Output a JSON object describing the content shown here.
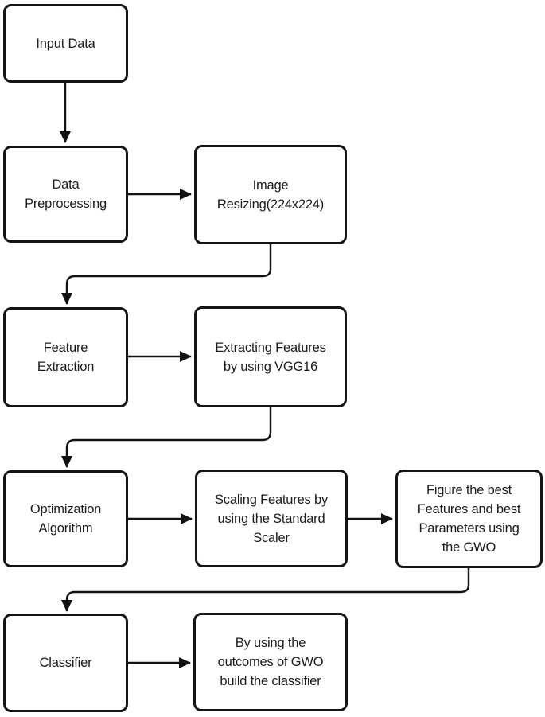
{
  "diagram": {
    "title": "Model pipeline flowchart",
    "colors": {
      "background": "#ffffff",
      "node_fill": "#ffffff",
      "node_border": "#141414",
      "edge_stroke": "#121212",
      "text": "#1c1c1c"
    },
    "nodes": [
      {
        "id": "input-data",
        "label": "Input Data"
      },
      {
        "id": "data-preprocessing",
        "label": "Data\nPreprocessing"
      },
      {
        "id": "image-resizing",
        "label": "Image\nResizing(224x224)"
      },
      {
        "id": "feature-extraction",
        "label": "Feature\nExtraction"
      },
      {
        "id": "extracting-features-vgg16",
        "label": "Extracting Features\nby using VGG16"
      },
      {
        "id": "optimization-algorithm",
        "label": "Optimization\nAlgorithm"
      },
      {
        "id": "scaling-features-standard-scaler",
        "label": "Scaling Features by\nusing the Standard\nScaler"
      },
      {
        "id": "figure-best-features-gwo",
        "label": "Figure the best\nFeatures and best\nParameters using\nthe GWO"
      },
      {
        "id": "classifier",
        "label": "Classifier"
      },
      {
        "id": "build-classifier-from-gwo",
        "label": "By using the\noutcomes of GWO\nbuild the classifier"
      }
    ],
    "edges": [
      {
        "from": "input-data",
        "to": "data-preprocessing"
      },
      {
        "from": "data-preprocessing",
        "to": "image-resizing"
      },
      {
        "from": "image-resizing",
        "to": "feature-extraction"
      },
      {
        "from": "feature-extraction",
        "to": "extracting-features-vgg16"
      },
      {
        "from": "extracting-features-vgg16",
        "to": "optimization-algorithm"
      },
      {
        "from": "optimization-algorithm",
        "to": "scaling-features-standard-scaler"
      },
      {
        "from": "scaling-features-standard-scaler",
        "to": "figure-best-features-gwo"
      },
      {
        "from": "figure-best-features-gwo",
        "to": "classifier"
      },
      {
        "from": "classifier",
        "to": "build-classifier-from-gwo"
      }
    ]
  }
}
